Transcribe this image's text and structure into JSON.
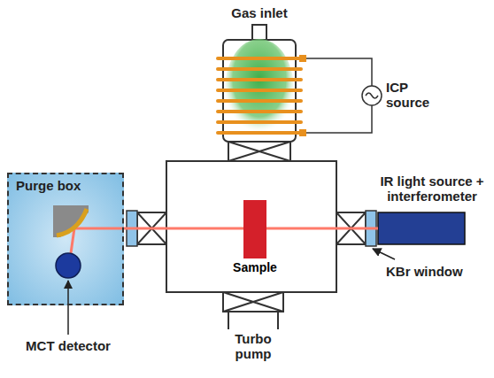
{
  "diagram": {
    "nodes": [
      {
        "text": [
          "Purge box"
        ]
      },
      {
        "text": [
          "Sample"
        ]
      }
    ],
    "labels": [
      "Gas inlet",
      "ICP source",
      "IR light source + interferometer",
      "KBr window",
      "MCT detector",
      "Turbo pump"
    ]
  }
}
